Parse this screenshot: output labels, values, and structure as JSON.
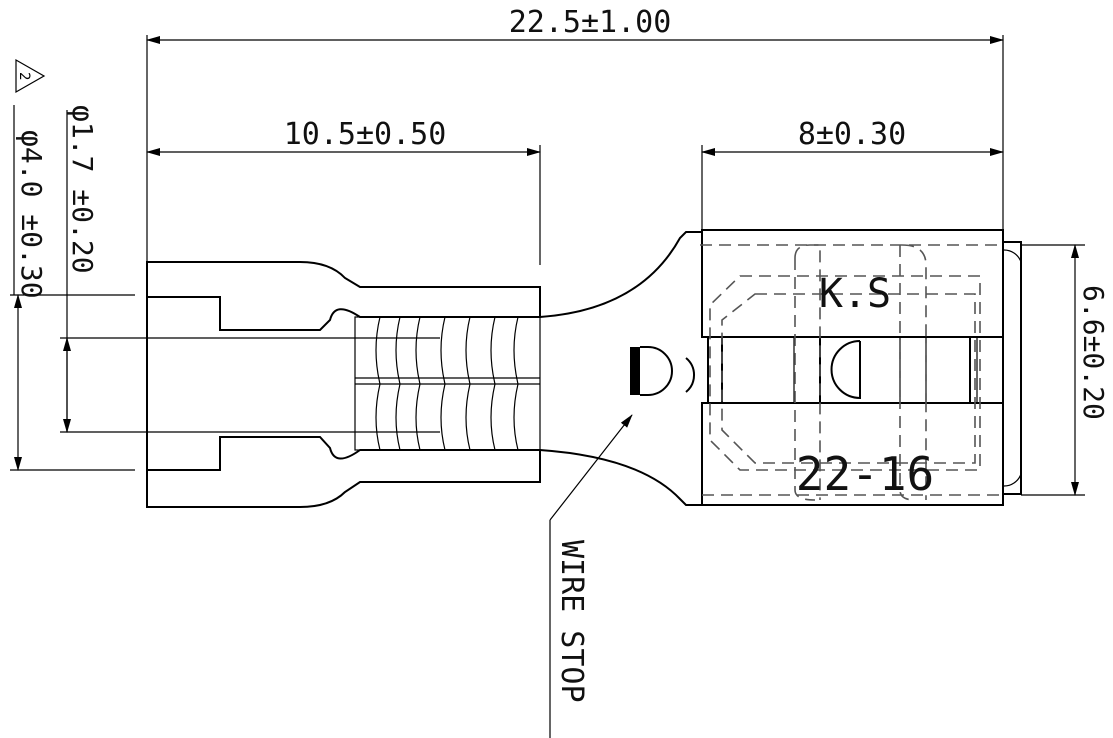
{
  "dimensions": {
    "overall_length": "22.5±1.00",
    "barrel_length": "10.5±0.50",
    "tongue_length": "8±0.30",
    "tongue_width": "6.6±0.20",
    "inner_diameter": "φ1.7 ±0.20",
    "outer_diameter": "φ4.0 ±0.30"
  },
  "revision_mark": "2",
  "markings": {
    "brand": "K.S",
    "wire_range": "22-16"
  },
  "callouts": {
    "wire_stop": "WIRE STOP"
  }
}
